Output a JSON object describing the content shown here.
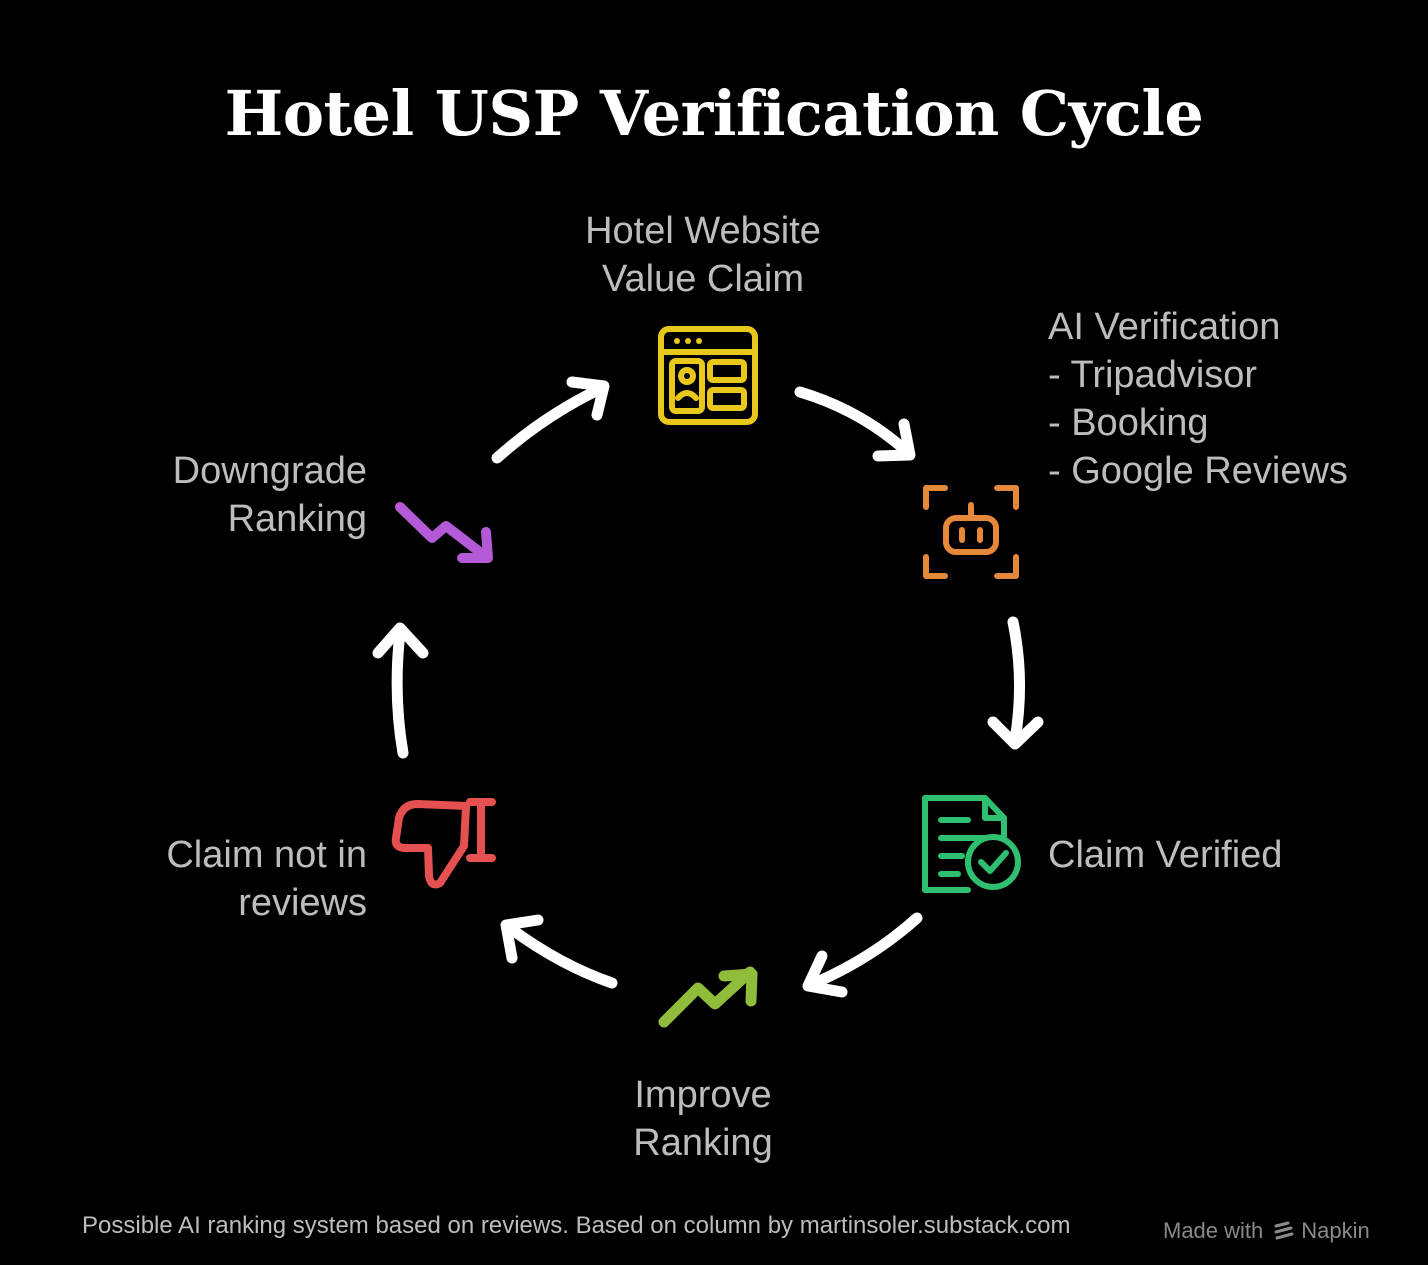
{
  "title": "Hotel USP Verification Cycle",
  "nodes": [
    {
      "id": "hotel-website-value-claim",
      "icon": "web-layout-icon",
      "color": "#e8c81a",
      "lines": [
        "Hotel Website",
        "Value Claim"
      ]
    },
    {
      "id": "ai-verification",
      "icon": "robot-icon",
      "color": "#e5883a",
      "lines": [
        "AI Verification",
        "- Tripadvisor",
        "- Booking",
        "- Google Reviews"
      ]
    },
    {
      "id": "claim-verified",
      "icon": "verified-document-icon",
      "color": "#2fbf71",
      "lines": [
        "Claim Verified"
      ]
    },
    {
      "id": "improve-ranking",
      "icon": "trending-up-icon",
      "color": "#8fbd3b",
      "lines": [
        "Improve",
        "Ranking"
      ]
    },
    {
      "id": "claim-not-in-reviews",
      "icon": "thumbs-down-icon",
      "color": "#e55050",
      "lines": [
        "Claim not in",
        "reviews"
      ]
    },
    {
      "id": "downgrade-ranking",
      "icon": "trending-down-icon",
      "color": "#b45ad6",
      "lines": [
        "Downgrade",
        "Ranking"
      ]
    }
  ],
  "arrow_color": "#ffffff",
  "footer": "Possible AI ranking system based on reviews. Based on column by martinsoler.substack.com",
  "watermark": {
    "prefix": "Made with",
    "brand": "Napkin"
  }
}
